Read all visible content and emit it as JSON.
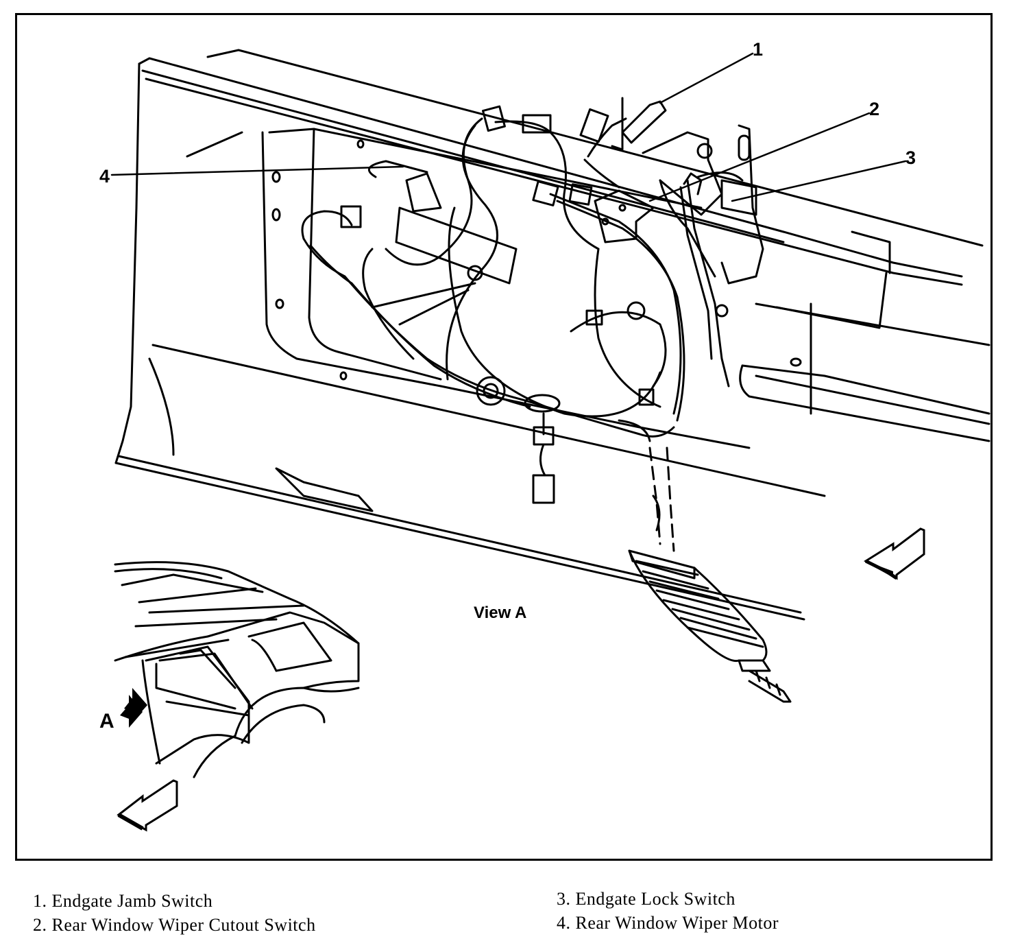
{
  "callouts": [
    {
      "number": "1"
    },
    {
      "number": "2"
    },
    {
      "number": "3"
    },
    {
      "number": "4"
    }
  ],
  "view_label": "View A",
  "view_marker": "A",
  "legend": {
    "left": [
      "1. Endgate Jamb Switch",
      "2. Rear Window Wiper Cutout Switch"
    ],
    "right": [
      "3. Endgate Lock Switch",
      "4. Rear Window Wiper Motor"
    ]
  }
}
